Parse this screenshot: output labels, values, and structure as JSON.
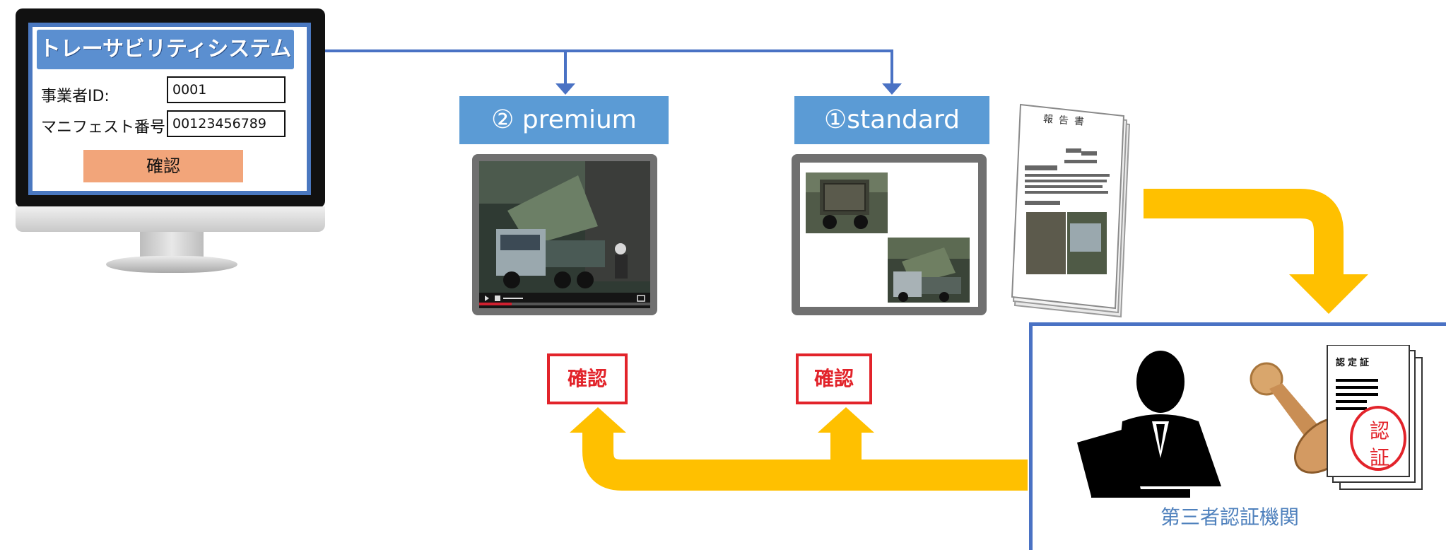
{
  "system_panel": {
    "title": "トレーサビリティシステム",
    "operator_id_label": "事業者ID:",
    "operator_id_value": "0001",
    "manifest_label": "マニフェスト番号:",
    "manifest_value": "00123456789",
    "confirm_button": "確認"
  },
  "tiers": {
    "premium_label": "② premium",
    "standard_label": "①standard"
  },
  "stamps": {
    "premium_confirm": "確認",
    "standard_confirm": "確認"
  },
  "report": {
    "title": "報告書"
  },
  "certifier": {
    "label": "第三者認証機関",
    "certificate_title": "認定証",
    "seal_text_1": "認",
    "seal_text_2": "証"
  },
  "colors": {
    "connector_blue": "#4a72c4",
    "flow_yellow": "#ffc000",
    "stamp_red": "#e2232a",
    "header_blue": "#5b9bd5"
  }
}
